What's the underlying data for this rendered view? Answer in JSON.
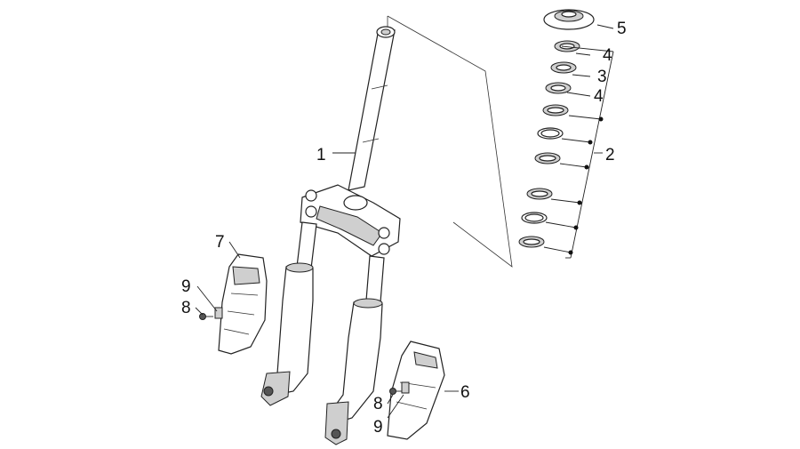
{
  "callouts": {
    "c1": "1",
    "c2": "2",
    "c3": "3",
    "c4a": "4",
    "c4b": "4",
    "c5": "5",
    "c6": "6",
    "c7": "7",
    "c8a": "8",
    "c8b": "8",
    "c9a": "9",
    "c9b": "9"
  },
  "icons": {
    "steering-tube": "fork-steering-tube",
    "bearing-stack": "headset-bearing-stack",
    "top-nut": "headset-top-nut",
    "fork-leg-left": "fork-leg",
    "fork-leg-right": "fork-leg",
    "cover-left": "fork-cover",
    "cover-right": "fork-cover",
    "screw": "screw",
    "clip": "clip"
  },
  "colors": {
    "line": "#222222",
    "shade": "#cfcfcf",
    "background": "#ffffff"
  }
}
